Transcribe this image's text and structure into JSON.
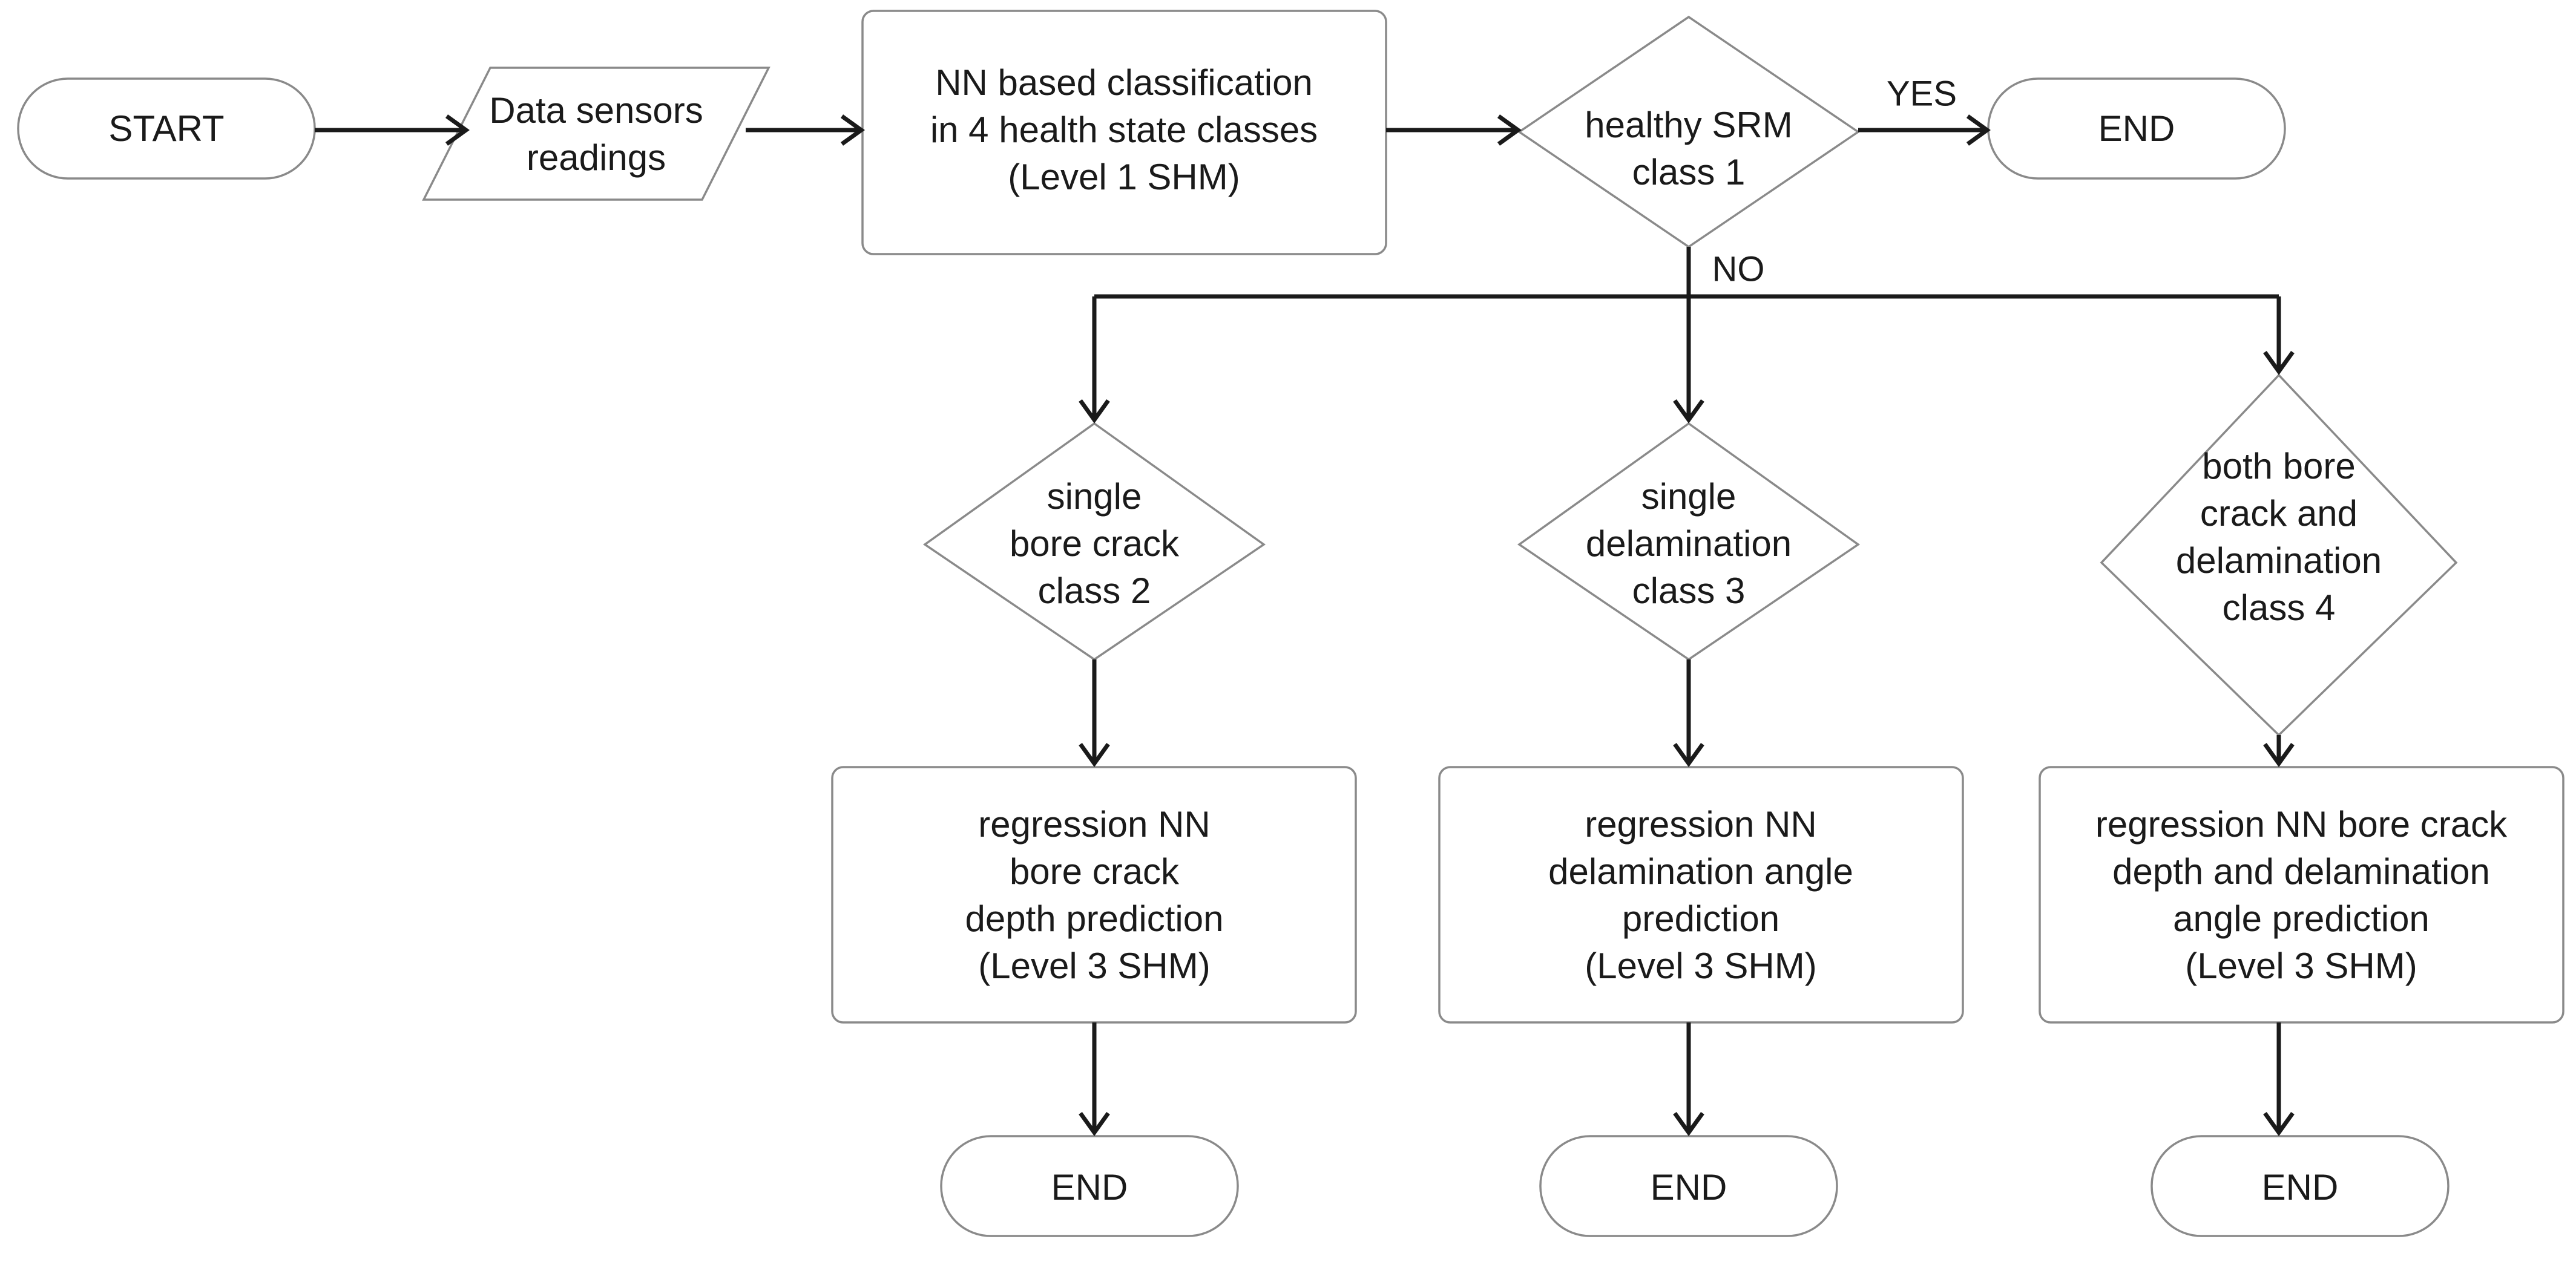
{
  "nodes": {
    "start": {
      "lines": [
        "START"
      ]
    },
    "input": {
      "lines": [
        "Data sensors",
        "readings"
      ]
    },
    "classify": {
      "lines": [
        "NN based classification",
        "in 4 health state classes",
        "(Level 1 SHM)"
      ]
    },
    "decision_healthy": {
      "lines": [
        "healthy SRM",
        "class 1"
      ]
    },
    "end_top": {
      "lines": [
        "END"
      ]
    },
    "decision_bore": {
      "lines": [
        "single",
        "bore crack",
        "class 2"
      ]
    },
    "decision_delam": {
      "lines": [
        "single",
        "delamination",
        "class 3"
      ]
    },
    "decision_both": {
      "lines": [
        "both bore",
        "crack and",
        "delamination",
        "class 4"
      ]
    },
    "regress_bore": {
      "lines": [
        "regression NN",
        "bore crack",
        "depth prediction",
        "(Level 3 SHM)"
      ]
    },
    "regress_delam": {
      "lines": [
        "regression NN",
        "delamination angle",
        "prediction",
        "(Level 3 SHM)"
      ]
    },
    "regress_both": {
      "lines": [
        "regression NN bore crack",
        "depth and delamination",
        "angle prediction",
        "(Level 3 SHM)"
      ]
    },
    "end_bore": {
      "lines": [
        "END"
      ]
    },
    "end_delam": {
      "lines": [
        "END"
      ]
    },
    "end_both": {
      "lines": [
        "END"
      ]
    }
  },
  "edges": {
    "yes_label": "YES",
    "no_label": "NO"
  }
}
